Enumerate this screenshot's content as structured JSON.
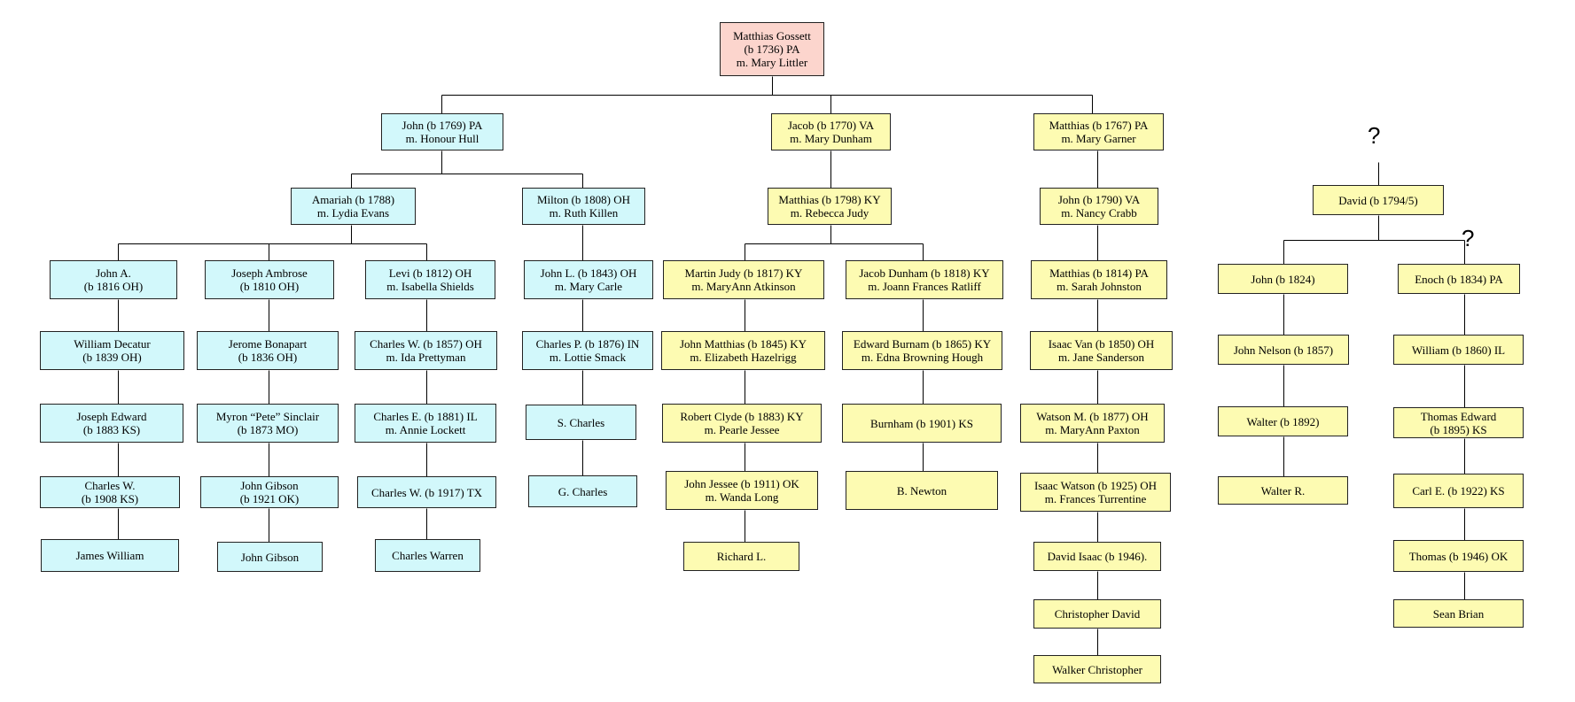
{
  "colors": {
    "root": "#fcd5cd",
    "descendant_cyan": "#d2f8fb",
    "descendant_yellow": "#fdfbb2",
    "line": "#000000"
  },
  "unknown_marks": [
    "?",
    "?"
  ],
  "people": {
    "matthias_1736": [
      "Matthias Gossett",
      "(b 1736) PA",
      "m. Mary Littler"
    ],
    "john_1769": [
      "John (b 1769) PA",
      "m. Honour Hull"
    ],
    "jacob_1770": [
      "Jacob (b 1770) VA",
      "m. Mary Dunham"
    ],
    "matthias_1767": [
      "Matthias (b 1767) PA",
      "m. Mary Garner"
    ],
    "amariah_1788": [
      "Amariah (b 1788)",
      "m. Lydia Evans"
    ],
    "milton_1808": [
      "Milton (b 1808) OH",
      "m. Ruth Killen"
    ],
    "matthias_1798": [
      "Matthias (b 1798) KY",
      "m. Rebecca Judy"
    ],
    "john_1790": [
      "John (b 1790) VA",
      "m. Nancy Crabb"
    ],
    "david_1794": [
      "David (b 1794/5)"
    ],
    "john_a_1816": [
      "John A.",
      "(b 1816 OH)"
    ],
    "joseph_ambrose_1810": [
      "Joseph Ambrose",
      "(b 1810 OH)"
    ],
    "levi_1812": [
      "Levi (b 1812) OH",
      "m. Isabella Shields"
    ],
    "john_l_1843": [
      "John L. (b 1843) OH",
      "m. Mary Carle"
    ],
    "martin_judy_1817": [
      "Martin Judy (b 1817) KY",
      "m. MaryAnn Atkinson"
    ],
    "jacob_dunham_1818": [
      "Jacob Dunham (b 1818) KY",
      "m. Joann Frances Ratliff"
    ],
    "matthias_1814": [
      "Matthias (b 1814) PA",
      "m. Sarah Johnston"
    ],
    "john_1824": [
      "John (b 1824)"
    ],
    "enoch_1834": [
      "Enoch (b 1834) PA"
    ],
    "william_decatur_1839": [
      "William Decatur",
      "(b 1839 OH)"
    ],
    "jerome_bonapart_1836": [
      "Jerome Bonapart",
      "(b 1836 OH)"
    ],
    "charles_w_1857": [
      "Charles W. (b 1857) OH",
      "m. Ida Prettyman"
    ],
    "charles_p_1876": [
      "Charles P. (b 1876) IN",
      "m. Lottie Smack"
    ],
    "john_matthias_1845": [
      "John Matthias (b 1845) KY",
      "m. Elizabeth Hazelrigg"
    ],
    "edward_burnam_1865": [
      "Edward Burnam (b 1865) KY",
      "m. Edna Browning Hough"
    ],
    "isaac_van_1850": [
      "Isaac Van (b 1850) OH",
      "m. Jane Sanderson"
    ],
    "john_nelson_1857": [
      "John Nelson (b 1857)"
    ],
    "william_1860": [
      "William (b 1860) IL"
    ],
    "joseph_edward_1883": [
      "Joseph Edward",
      "(b 1883 KS)"
    ],
    "myron_pete_1873": [
      "Myron “Pete” Sinclair",
      "(b 1873 MO)"
    ],
    "charles_e_1881": [
      "Charles E. (b 1881) IL",
      "m. Annie Lockett"
    ],
    "s_charles": [
      "S. Charles"
    ],
    "robert_clyde_1883": [
      "Robert Clyde (b 1883) KY",
      "m. Pearle Jessee"
    ],
    "burnham_1901": [
      "Burnham (b 1901) KS"
    ],
    "watson_m_1877": [
      "Watson M. (b 1877) OH",
      "m. MaryAnn Paxton"
    ],
    "walter_1892": [
      "Walter (b 1892)"
    ],
    "thomas_edward_1895": [
      "Thomas Edward",
      "(b 1895) KS"
    ],
    "charles_w_1908": [
      "Charles W.",
      "(b 1908 KS)"
    ],
    "john_gibson_1921": [
      "John Gibson",
      "(b 1921 OK)"
    ],
    "charles_w_1917": [
      "Charles W. (b 1917) TX"
    ],
    "g_charles": [
      "G. Charles"
    ],
    "john_jessee_1911": [
      "John Jessee (b 1911) OK",
      "m. Wanda Long"
    ],
    "b_newton": [
      "B. Newton"
    ],
    "isaac_watson_1925": [
      "Isaac Watson (b 1925) OH",
      "m. Frances Turrentine"
    ],
    "walter_r": [
      "Walter R."
    ],
    "carl_e_1922": [
      "Carl E.  (b 1922) KS"
    ],
    "james_william": [
      "James William"
    ],
    "john_gibson": [
      "John Gibson"
    ],
    "charles_warren": [
      "Charles Warren"
    ],
    "richard_l": [
      "Richard L."
    ],
    "david_isaac_1946": [
      "David Isaac (b 1946)."
    ],
    "thomas_1946": [
      "Thomas  (b 1946) OK"
    ],
    "christopher_david": [
      "Christopher David"
    ],
    "sean_brian": [
      "Sean Brian"
    ],
    "walker_christopher": [
      "Walker Christopher"
    ]
  }
}
